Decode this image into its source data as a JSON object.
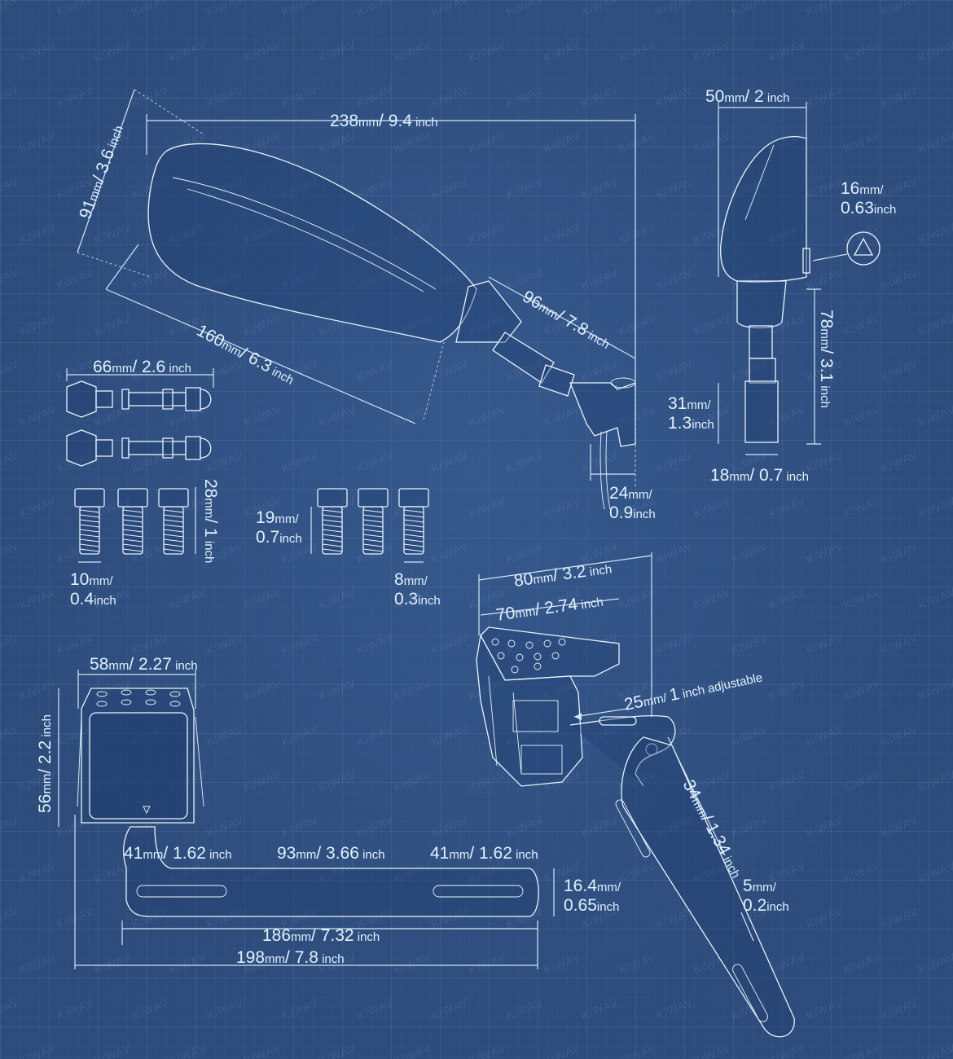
{
  "watermark": "KiWAV",
  "mirror": {
    "length": {
      "mm": "238",
      "inch": "9.4"
    },
    "head_height": {
      "mm": "91",
      "inch": "3.6"
    },
    "head_length": {
      "mm": "160",
      "inch": "6.3"
    },
    "stem_length": {
      "mm": "96",
      "inch": "7.8"
    },
    "base_height": {
      "mm": "24",
      "inch": "0.9"
    }
  },
  "side_view": {
    "width": {
      "mm": "50",
      "inch": "2"
    },
    "light": {
      "mm": "16",
      "inch": "0.63"
    },
    "height": {
      "mm": "78",
      "inch": "3.1"
    },
    "base_height": {
      "mm": "31",
      "inch": "1.3"
    },
    "base_width": {
      "mm": "18",
      "inch": "0.7"
    }
  },
  "bolts": {
    "length": {
      "mm": "66",
      "inch": "2.6"
    }
  },
  "screws_large": {
    "length": {
      "mm": "28",
      "inch": "1"
    },
    "diameter": {
      "mm": "10",
      "inch": "0.4"
    }
  },
  "screws_small": {
    "length": {
      "mm": "19",
      "inch": "0.7"
    },
    "diameter": {
      "mm": "8",
      "inch": "0.3"
    }
  },
  "bracket_right": {
    "plate_width": {
      "mm": "80",
      "inch": "3.2"
    },
    "hole_width": {
      "mm": "70",
      "inch": "2.74"
    },
    "adjust": {
      "mm": "25",
      "inch": "1",
      "note": "adjustable"
    },
    "arm": {
      "mm": "34",
      "inch": "1.34"
    },
    "thickness": {
      "mm": "5",
      "inch": "0.2"
    }
  },
  "bracket_left": {
    "plate_width": {
      "mm": "58",
      "inch": "2.27"
    },
    "height": {
      "mm": "56",
      "inch": "2.2"
    },
    "seg1": {
      "mm": "41",
      "inch": "1.62"
    },
    "seg2": {
      "mm": "93",
      "inch": "3.66"
    },
    "seg3": {
      "mm": "41",
      "inch": "1.62"
    },
    "thickness": {
      "mm": "16.4",
      "inch": "0.65"
    },
    "span_inner": {
      "mm": "186",
      "inch": "7.32"
    },
    "span_total": {
      "mm": "198",
      "inch": "7.8"
    }
  },
  "units": {
    "mm": "mm",
    "inch": "inch"
  }
}
